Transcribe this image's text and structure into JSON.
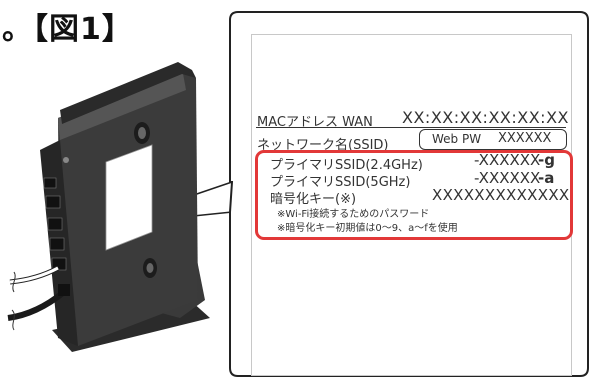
{
  "figure": {
    "label": "。【図1】"
  },
  "label_card": {
    "mac_label": "MACアドレス  WAN",
    "mac_value": "XX:XX:XX:XX:XX:XX",
    "network_label": "ネットワーク名(SSID)",
    "webpw_label": "Web PW",
    "webpw_value": "XXXXXX",
    "ssid_24_label": "プライマリSSID(2.4GHz)",
    "ssid_24_value": "-XXXXXX",
    "ssid_24_suffix": "-g",
    "ssid_5_label": "プライマリSSID(5GHz)",
    "ssid_5_value": "-XXXXXX",
    "ssid_5_suffix": "-a",
    "key_label": "暗号化キー(※)",
    "key_value": "XXXXXXXXXXXXX",
    "note_1": "※Wi-Fi接続するためのパスワード",
    "note_2": "※暗号化キー初期値は0～9、a～fを使用"
  },
  "colors": {
    "highlight": "#e23838",
    "router_body": "#3a3a3a",
    "router_panel": "#ffffff"
  }
}
